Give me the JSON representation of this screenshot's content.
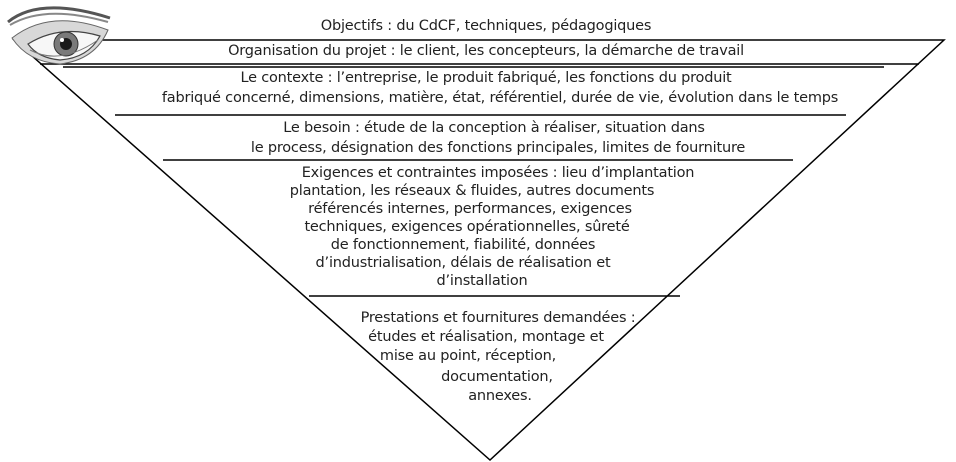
{
  "pyramid": {
    "level1": "Objectifs : du CdCF, techniques, pédagogiques",
    "level2": "Organisation du projet : le client, les concepteurs, la démarche de travail",
    "level3": [
      "Le contexte : l’entreprise, le produit fabriqué, les fonctions du produit",
      "fabriqué concerné, dimensions, matière, état, référentiel, durée de vie, évolution dans le temps"
    ],
    "level4": [
      "Le besoin : étude de la conception à réaliser, situation dans",
      "le process, désignation des fonctions principales, limites de fourniture"
    ],
    "level5": [
      "Exigences et contraintes imposées : lieu d’implantation",
      "plantation, les réseaux & fluides, autres documents",
      "référencés internes, performances, exigences",
      "techniques, exigences opérationnelles, sûreté",
      "de fonctionnement, fiabilité, données",
      "d’industrialisation, délais de réalisation et",
      "d’installation"
    ],
    "level6": [
      "Prestations et fournitures demandées :",
      "études et réalisation, montage et",
      "mise au point, réception,",
      "documentation,",
      "annexes."
    ]
  },
  "eye_icon": "eye-icon"
}
